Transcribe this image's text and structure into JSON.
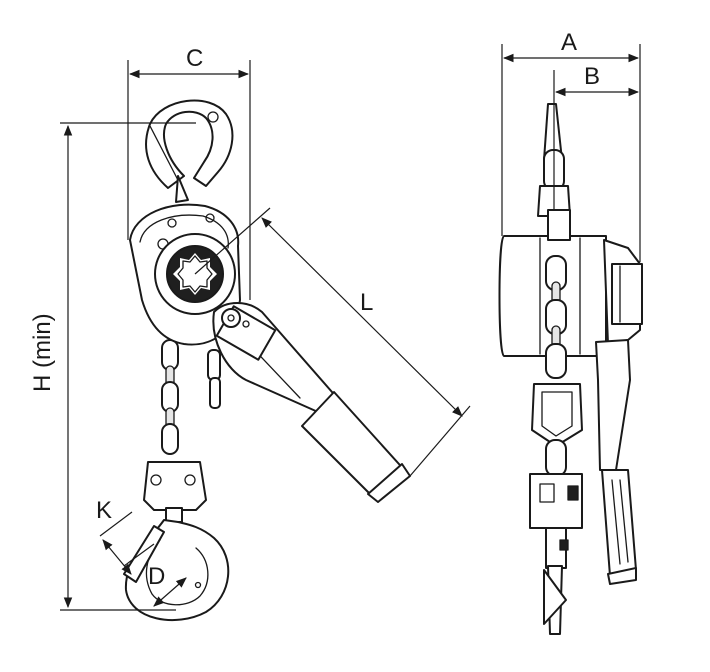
{
  "labels": {
    "C": "C",
    "L": "L",
    "H": "H (min)",
    "K": "K",
    "D": "D",
    "A": "A",
    "B": "B"
  },
  "colors": {
    "line": "#1a1a1a",
    "background": "#ffffff",
    "light_fill": "#e6e6e6"
  }
}
